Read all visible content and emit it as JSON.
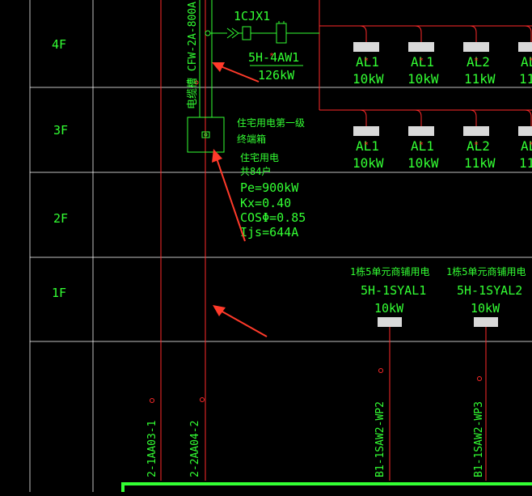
{
  "colors": {
    "background": "#000000",
    "grid_line": "#ffffff",
    "cad_text": "#33ff33",
    "red_line": "#ff2a2a",
    "arrow": "#ff3a2a"
  },
  "floors": [
    "4F",
    "3F",
    "2F",
    "1F"
  ],
  "riser": {
    "cable_label": "电缆槽 CFW-2A-800A"
  },
  "feeder": {
    "device": "1CJX1",
    "code": "5H-4AW1",
    "power": "126kW"
  },
  "terminal_box": {
    "line1": "住宅用电第一级",
    "line2": "终端箱"
  },
  "load_calc": {
    "title": "住宅用电",
    "households": "共84户",
    "pe": "Pe=900kW",
    "kx": "Kx=0.40",
    "cos": "COSΦ=0.85",
    "ijs": "Ijs=644A"
  },
  "floor_boxes_row1": [
    {
      "name": "AL1",
      "power": "10kW"
    },
    {
      "name": "AL1",
      "power": "10kW"
    },
    {
      "name": "AL2",
      "power": "11kW"
    },
    {
      "name": "AL",
      "power": "11"
    }
  ],
  "floor_boxes_row2": [
    {
      "name": "AL1",
      "power": "10kW"
    },
    {
      "name": "AL1",
      "power": "10kW"
    },
    {
      "name": "AL2",
      "power": "11kW"
    },
    {
      "name": "AL",
      "power": "11"
    }
  ],
  "shop_boxes": [
    {
      "desc": "1栋5单元商铺用电",
      "code": "5H-1SYAL1",
      "power": "10kW"
    },
    {
      "desc": "1栋5单元商铺用电",
      "code": "5H-1SYAL2",
      "power": "10kW"
    }
  ],
  "bottom_labels": [
    "2-1AA03-1",
    "2-2AA04-2",
    "B1-1SAW2-WP2",
    "B1-1SAW2-WP3"
  ]
}
